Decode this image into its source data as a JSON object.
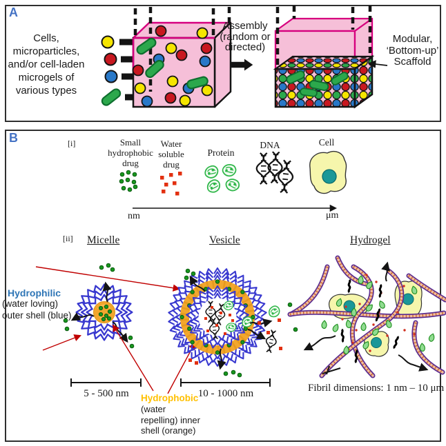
{
  "colors": {
    "panel_label_blue": "#4472C4",
    "hydrophilic_blue": "#2E75B6",
    "hydrophobic_orange": "#FFC000",
    "scaffold_pink": "#F6BFD8",
    "magenta_edge": "#D6007E",
    "micelle_blue": "#3838CF",
    "micelle_orange": "#F2A72E",
    "annotation_red": "#C00000"
  },
  "panel_a": {
    "label": "A",
    "intro_lines": [
      "Cells,",
      "microparticles,",
      "and/or cell-laden",
      "microgels of",
      "various types"
    ],
    "assembly_lines": [
      "Assembly",
      "(random or",
      "directed)"
    ],
    "modular_lines": [
      "Modular,",
      "‘Bottom-up’",
      "Scaffold"
    ]
  },
  "panel_b": {
    "label": "B",
    "section_i": {
      "tag": "[i]",
      "item_small_drug": [
        "Small",
        "hydrophobic",
        "drug"
      ],
      "item_water_drug": [
        "Water",
        "soluble",
        "drug"
      ],
      "item_protein": "Protein",
      "item_dna": "DNA",
      "item_cell": "Cell",
      "scale_left": "nm",
      "scale_right": "μm"
    },
    "section_ii": {
      "tag": "[ii]",
      "headers": [
        "Micelle",
        "Vesicle",
        "Hydrogel"
      ],
      "hydrophilic": {
        "title": "Hydrophilic",
        "lines": [
          "(water loving)",
          "outer shell (blue)"
        ]
      },
      "hydrophobic": {
        "title": "Hydrophobic",
        "lines": [
          "(water",
          "repelling) inner",
          "shell (orange)"
        ]
      },
      "micelle_scale": "5 - 500 nm",
      "vesicle_scale": "10 - 1000 nm",
      "fibril_note": "Fibril dimensions: 1 nm – 10 μm"
    }
  }
}
